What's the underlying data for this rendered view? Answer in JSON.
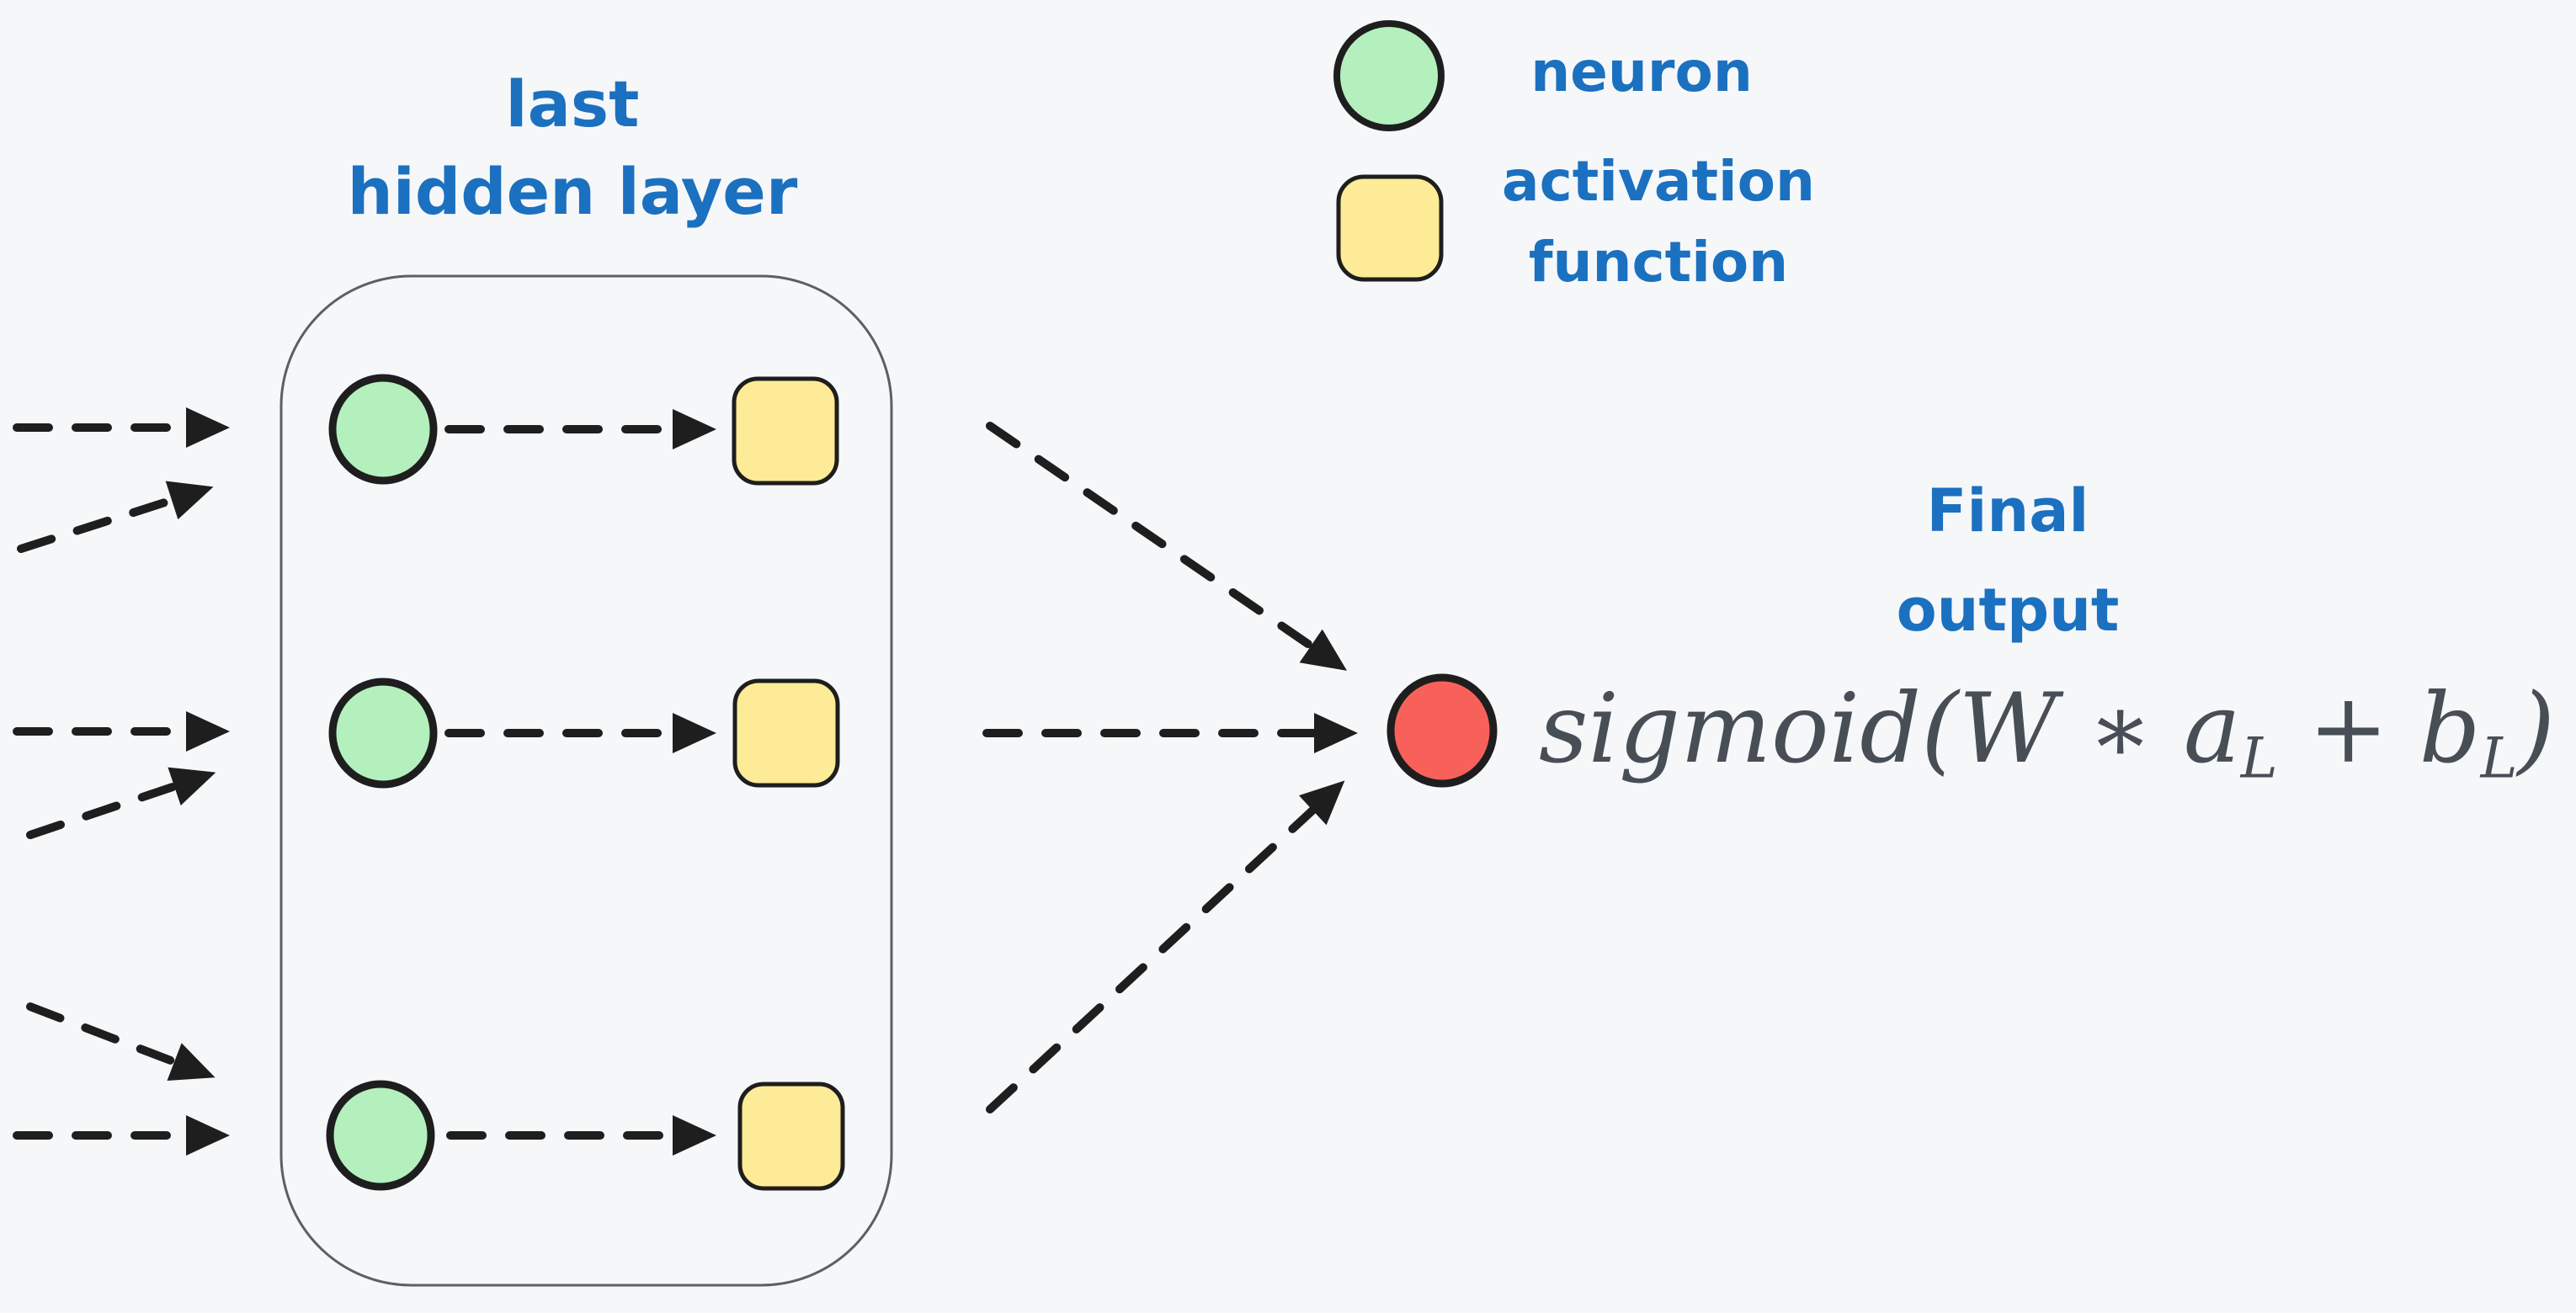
{
  "canvas": {
    "background_color": "#f5f7f9",
    "ink_color": "#1e1e1e",
    "handwriting_color": "#1b70c0",
    "container_border_color": "#596066",
    "formula_color": "#474e56"
  },
  "hidden_layer": {
    "label_line1": "last",
    "label_line2": "hidden layer",
    "neuron_count": 3,
    "neuron_fill": "#b4f0bd",
    "neuron_stroke": "#1e1e1e",
    "activation_fill": "#fdeb97",
    "activation_stroke": "#1e1e1e"
  },
  "legend": {
    "neuron_symbol": "green-circle",
    "neuron_label": "neuron",
    "neuron_fill": "#b4f0bd",
    "activation_symbol": "yellow-rounded-square",
    "activation_label_line1": "activation",
    "activation_label_line2": "function",
    "activation_fill": "#fdeb97"
  },
  "final_output": {
    "label_line1": "Final",
    "label_line2": "output",
    "node_symbol": "red-circle",
    "node_fill": "#f8615a",
    "formula_prefix": "sigmoid(W ∗ a",
    "formula_sub1": "L",
    "formula_mid": " + b",
    "formula_sub2": "L",
    "formula_suffix": ")"
  }
}
